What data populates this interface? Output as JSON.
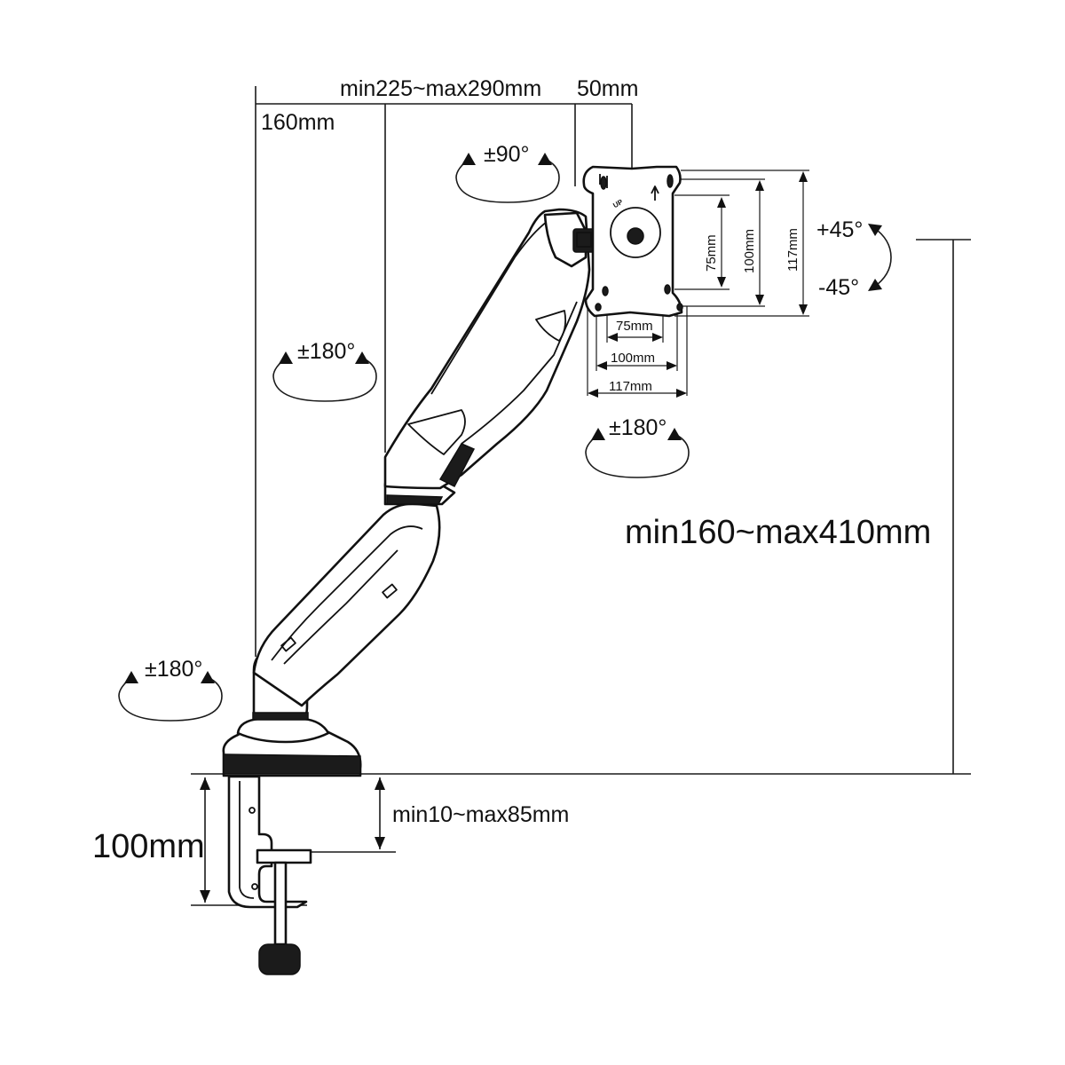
{
  "labels": {
    "arm_reach": "min225~max290mm",
    "plate_offset": "50mm",
    "pole_offset": "160mm",
    "tilt_rotation": "±90°",
    "swivel_upper": "±180°",
    "swivel_head": "±180°",
    "swivel_base": "±180°",
    "tilt_up": "+45°",
    "tilt_down": "-45°",
    "height_range": "min160~max410mm",
    "desk_thickness": "min10~max85mm",
    "clamp_height": "100mm",
    "vesa_h_75": "75mm",
    "vesa_h_100": "100mm",
    "vesa_h_117": "117mm",
    "vesa_v_75": "75mm",
    "vesa_v_100": "100mm",
    "vesa_v_117": "117mm",
    "plate_up_mark": "UP"
  },
  "colors": {
    "line": "#111111",
    "background": "#ffffff"
  },
  "icons": {
    "rotation": "curved-double-arrow-icon"
  }
}
